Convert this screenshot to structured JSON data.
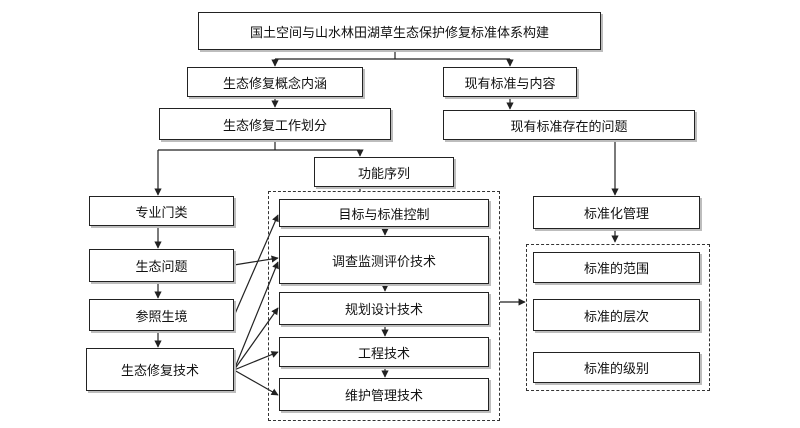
{
  "nodes": {
    "root": "国土空间与山水林田湖草生态保护修复标准体系构建",
    "concept": "生态修复概念内涵",
    "work_division": "生态修复工作划分",
    "function_sequence": "功能序列",
    "current_standards": "现有标准与内容",
    "current_problems": "现有标准存在的问题",
    "standardization": "标准化管理",
    "professional_category": "专业门类",
    "eco_problem": "生态问题",
    "reference_habitat": "参照生境",
    "eco_restoration_tech": "生态修复技术",
    "target_control": "目标与标准控制",
    "survey_tech": "调查监测评价技术",
    "planning_tech": "规划设计技术",
    "engineering_tech": "工程技术",
    "maintenance_tech": "维护管理技术",
    "scope": "标准的范围",
    "level": "标准的层次",
    "grade": "标准的级别"
  }
}
